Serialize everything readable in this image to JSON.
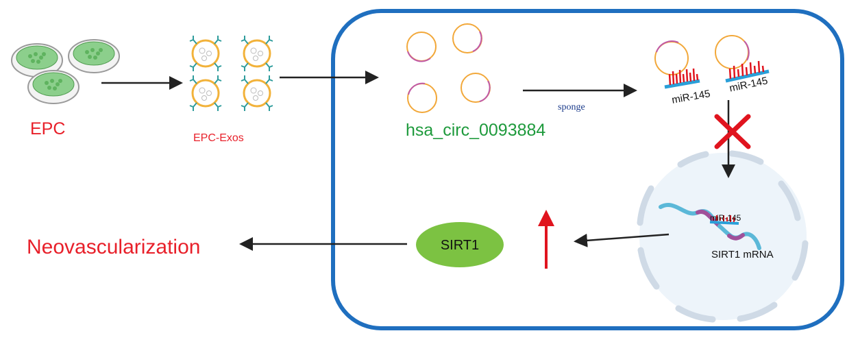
{
  "labels": {
    "epc": "EPC",
    "epc_exos": "EPC-Exos",
    "circ": "hsa_circ_0093884",
    "sponge": "sponge",
    "mir_145": "miR-145",
    "sirt1_mrna": "SIRT1 mRNA",
    "sirt1": "SIRT1",
    "outcome": "Neovascularization"
  },
  "colors": {
    "cell_border": "#1f6fbf",
    "red_label": "#e8202a",
    "green_label": "#1e9a3c",
    "sponge_text": "#1a3a8a",
    "arrow": "#222222",
    "ellipse": "#7cc242",
    "up_arrow": "#e0141e",
    "cross": "#e0141e",
    "mirna_bar": "#2a9fd8",
    "nucleus_fill": "#edf4fa",
    "nucleus_membrane": "#cfdae6",
    "circ_ring_a": "#f2a83a",
    "circ_ring_b": "#c05aa8",
    "exo_membrane": "#f2b23a",
    "exo_receptor": "#2e9c9c",
    "mrna_a": "#5bb8d8",
    "mrna_b": "#a0509a"
  }
}
